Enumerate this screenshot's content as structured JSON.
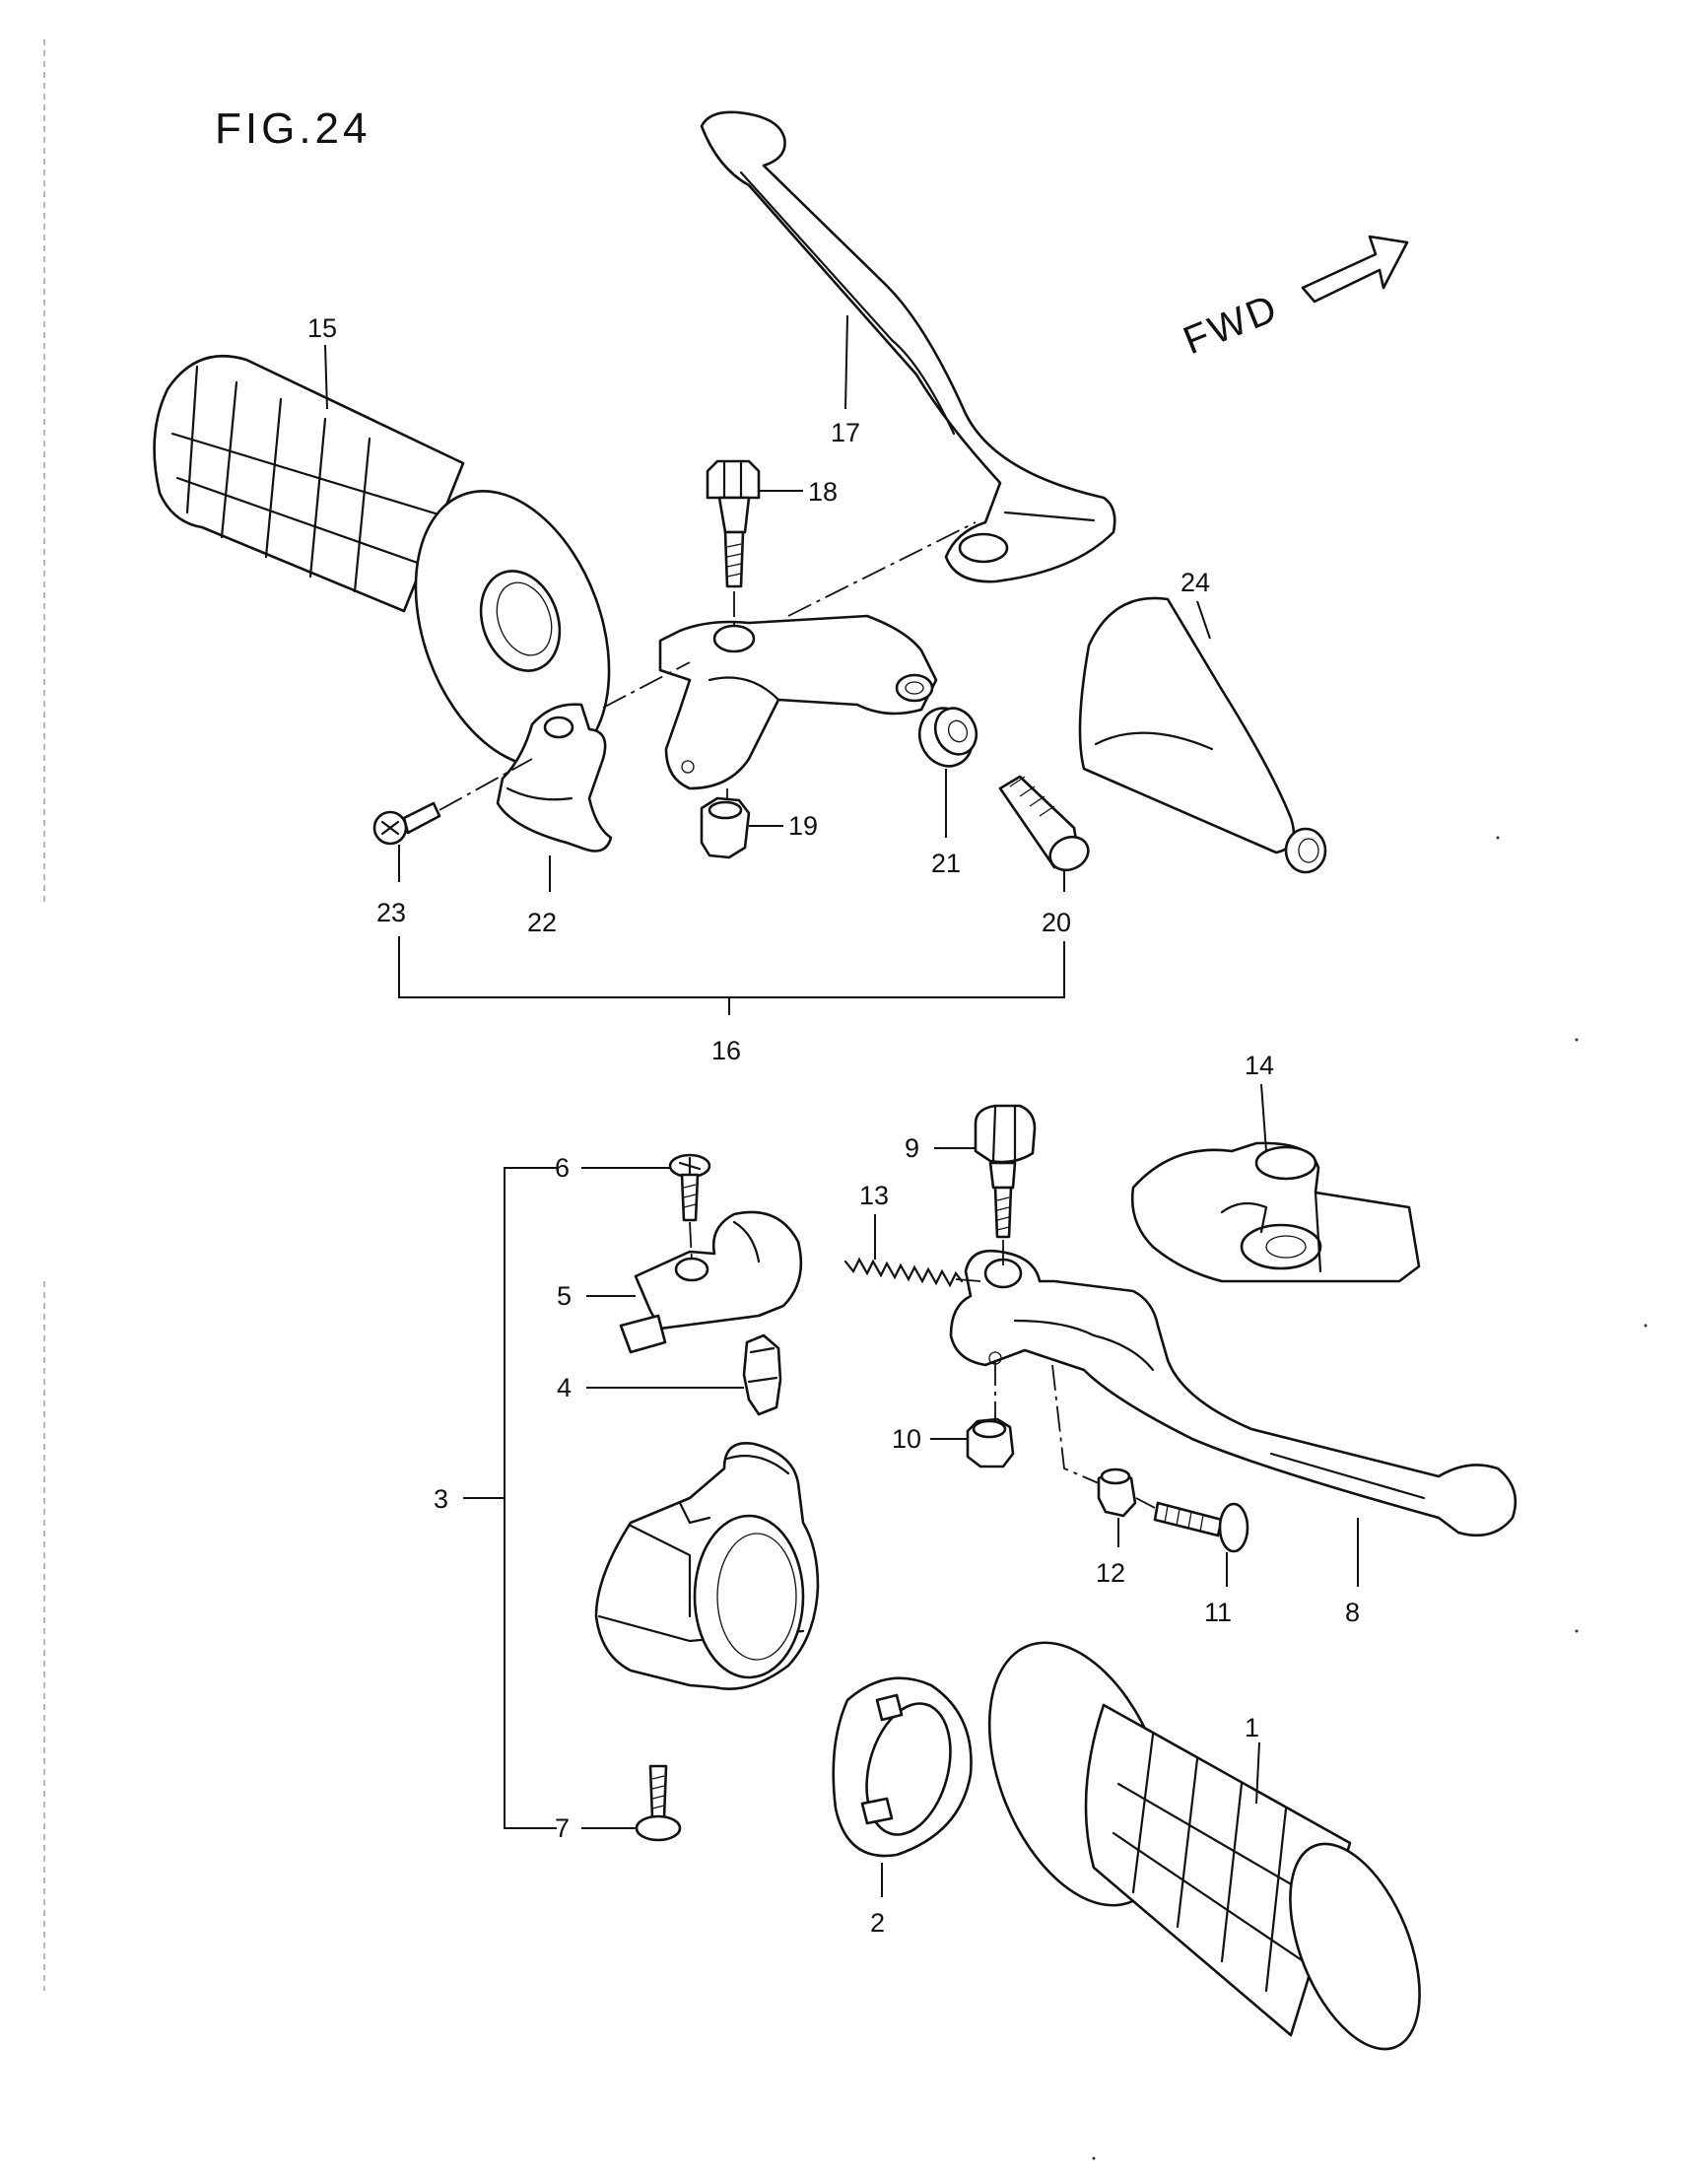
{
  "figure": {
    "title": "FIG.24",
    "direction_label": "FWD"
  },
  "callouts": {
    "c1": "1",
    "c2": "2",
    "c3": "3",
    "c4": "4",
    "c5": "5",
    "c6": "6",
    "c7": "7",
    "c8": "8",
    "c9": "9",
    "c10": "10",
    "c11": "11",
    "c12": "12",
    "c13": "13",
    "c14": "14",
    "c15": "15",
    "c16": "16",
    "c17": "17",
    "c18": "18",
    "c19": "19",
    "c20": "20",
    "c21": "21",
    "c22": "22",
    "c23": "23",
    "c24": "24"
  },
  "colors": {
    "ink": "#111111",
    "paper": "#ffffff"
  }
}
